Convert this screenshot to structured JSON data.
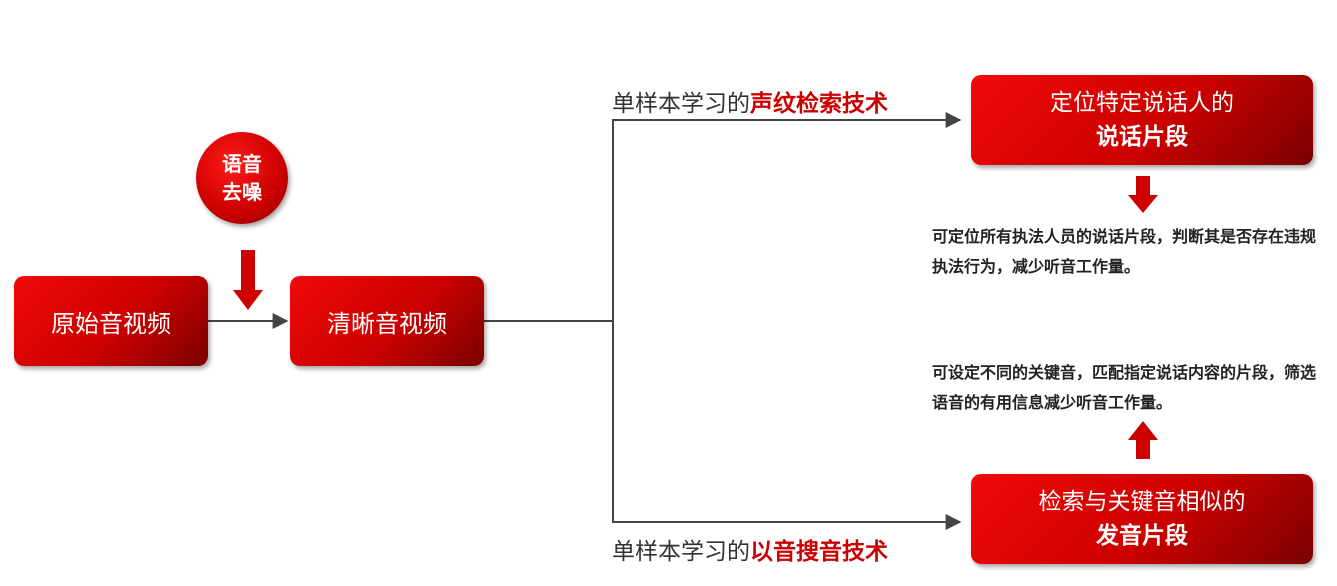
{
  "source": {
    "label": "原始音视频"
  },
  "denoise": {
    "line1": "语音",
    "line2": "去噪"
  },
  "clean": {
    "label": "清晰音视频"
  },
  "top_branch": {
    "label_plain": "单样本学习的",
    "label_highlight": "声纹检索技术",
    "result_line1": "定位特定说话人的",
    "result_line2": "说话片段",
    "description": "可定位所有执法人员的说话片段，判断其是否存在违规执法行为，减少听音工作量。"
  },
  "bottom_branch": {
    "label_plain": "单样本学习的",
    "label_highlight": "以音搜音技术",
    "result_line1": "检索与关键音相似的",
    "result_line2": "发音片段",
    "description": "可设定不同的关键音，匹配指定说话内容的片段，筛选语音的有用信息减少听音工作量。"
  },
  "colors": {
    "accent": "#cc0000",
    "dark_accent": "#7a0000",
    "line": "#444444"
  }
}
